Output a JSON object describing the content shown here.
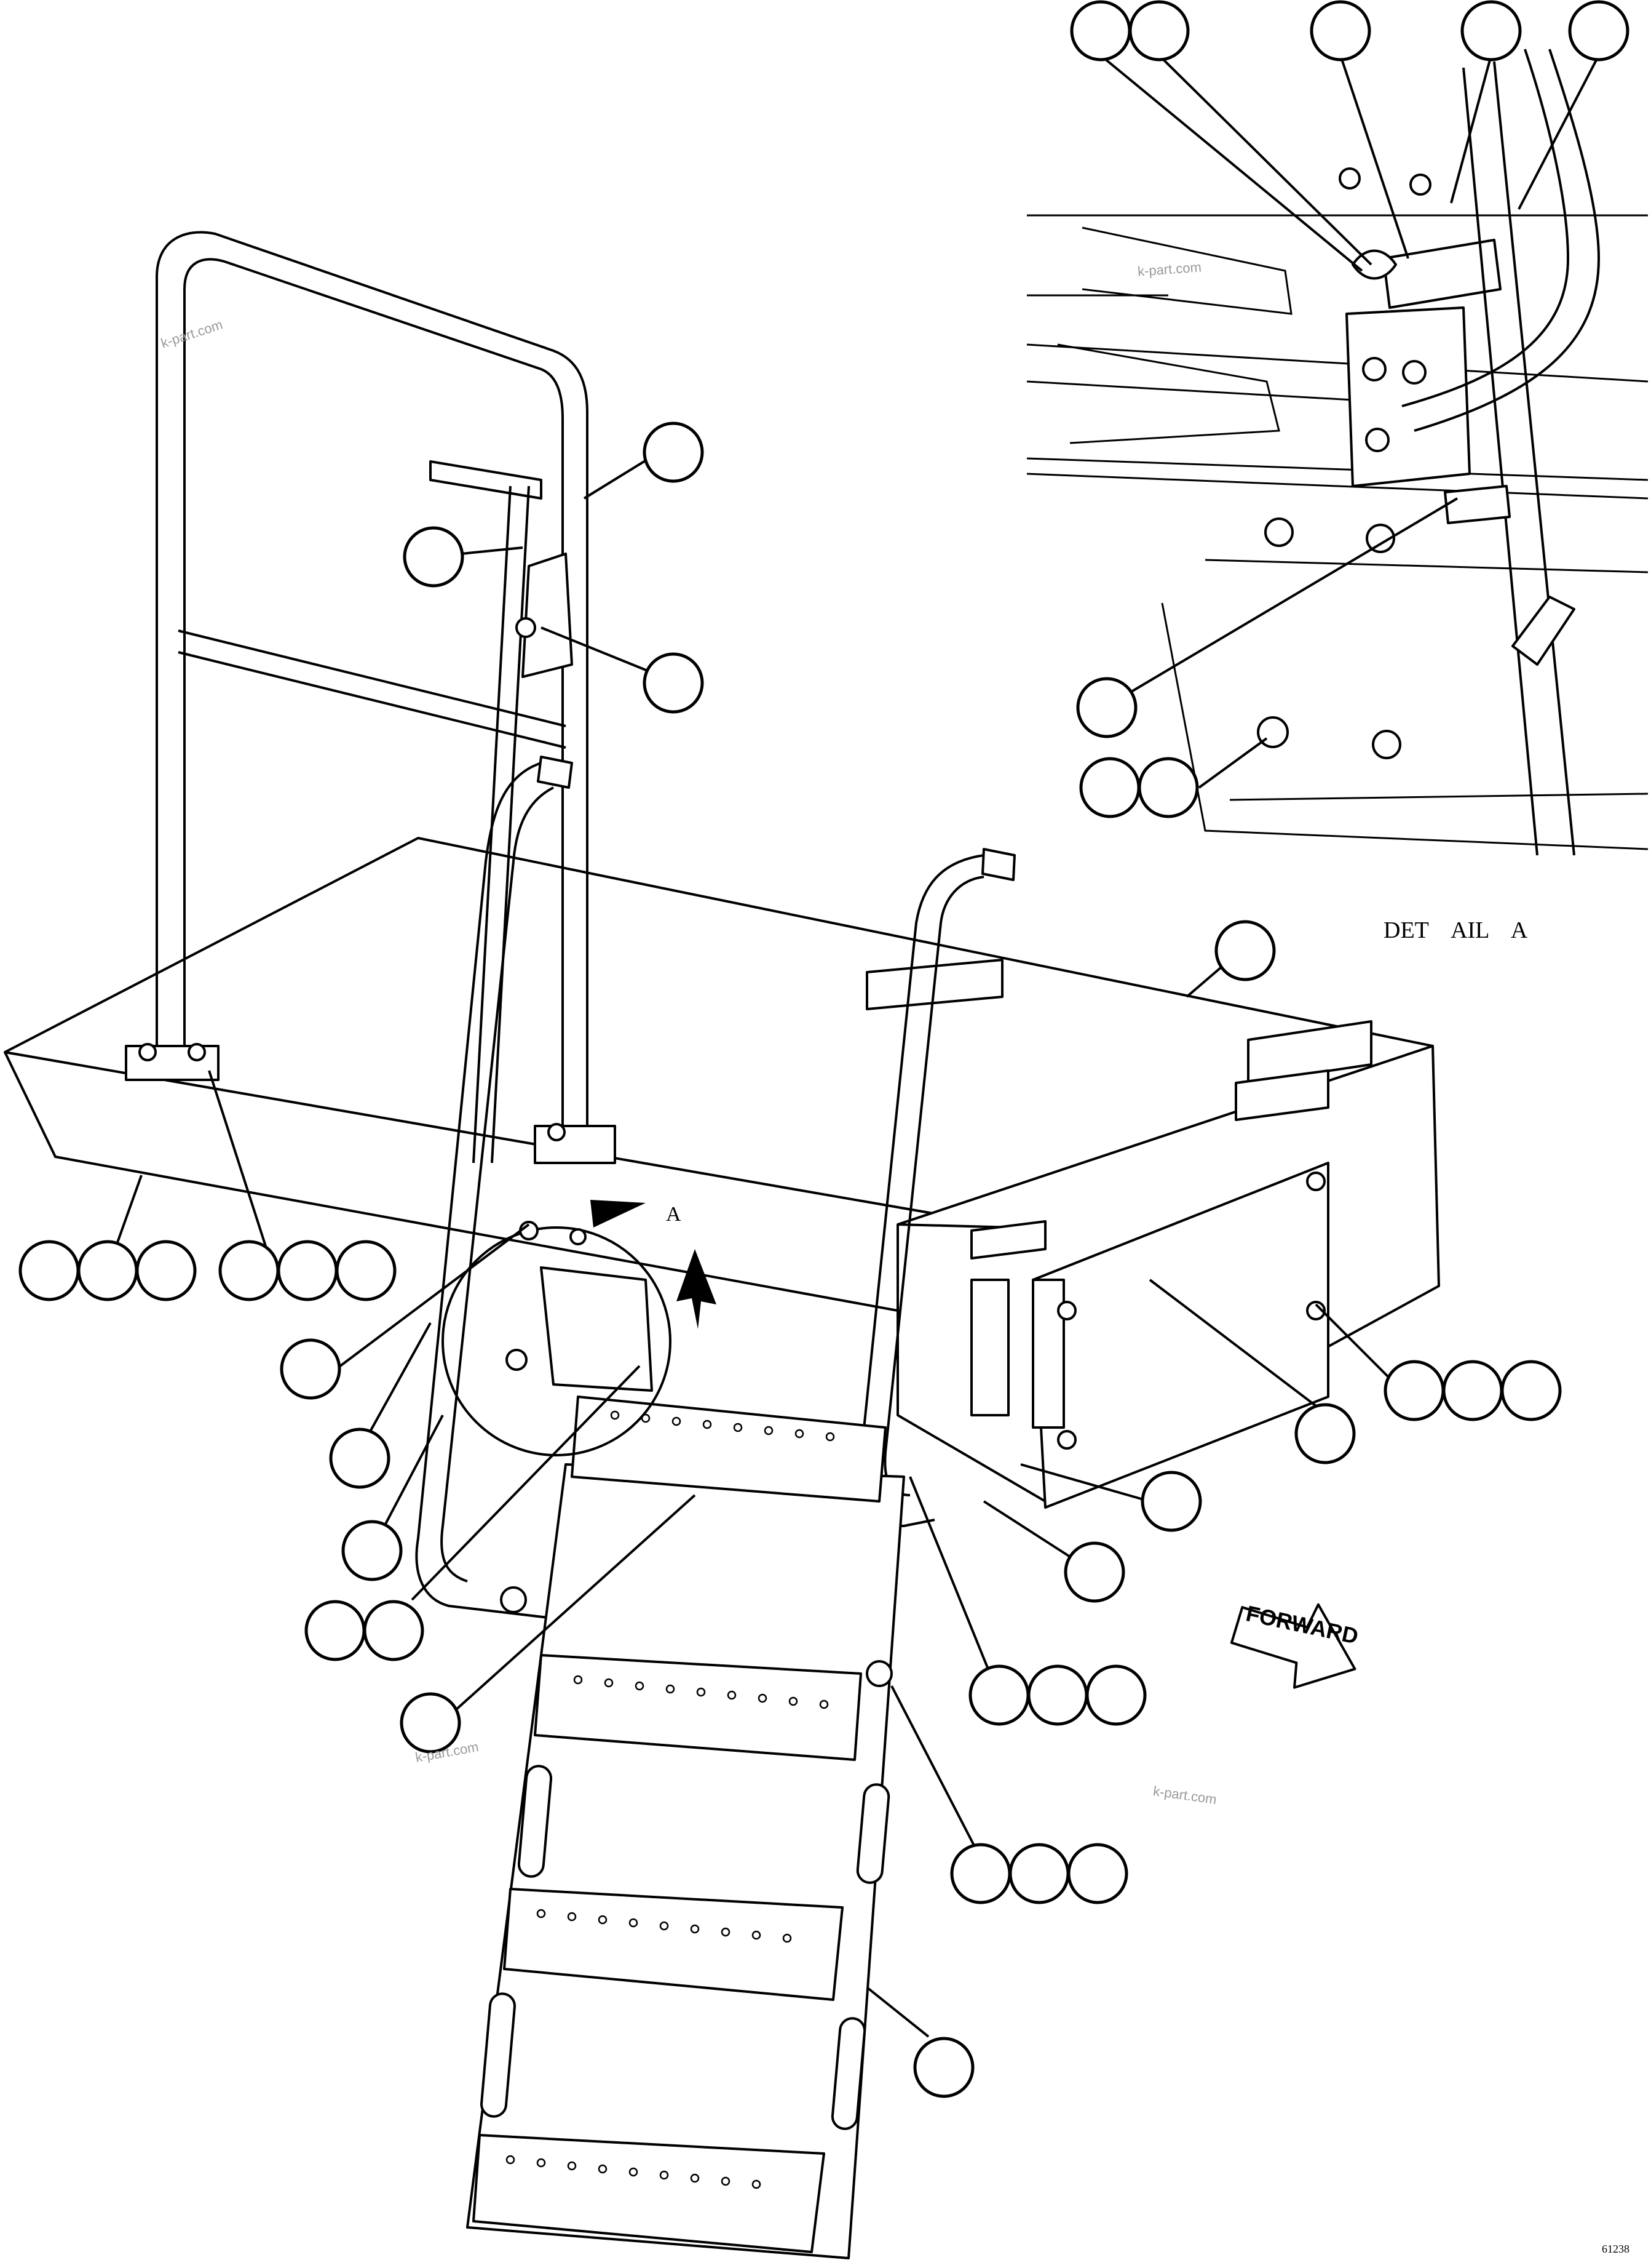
{
  "detail_title": "DET    AIL    A",
  "detail_ref_letter": "A",
  "forward_label": "FORWARD",
  "drawing_number": "61238",
  "watermark_text": "k-part.com",
  "line_color": "#000000",
  "background_color": "#ffffff",
  "watermark_color": "#9a9a9a"
}
